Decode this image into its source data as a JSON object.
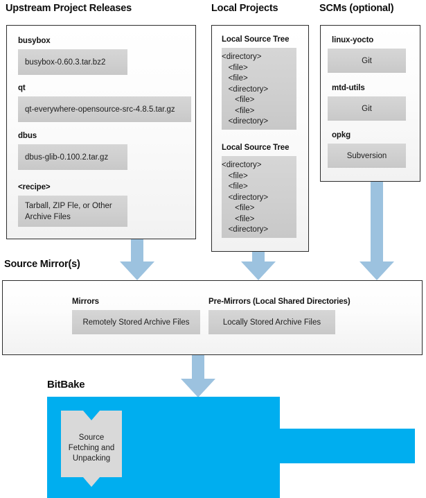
{
  "diagram": {
    "title": "BitBake Source Fetching and Unpacking",
    "colors": {
      "arrow_blue": "#9cc2df",
      "bitbake_blue": "#00aeef",
      "chip_gray": "#cfcfcf",
      "panel_border": "#2b2b2b",
      "text": "#1a1a1a"
    }
  },
  "columns": {
    "upstream": {
      "title": "Upstream Project Releases",
      "entries": [
        {
          "label": "busybox",
          "value": "busybox-0.60.3.tar.bz2",
          "align": "left"
        },
        {
          "label": "qt",
          "value": "qt-everywhere-opensource-src-4.8.5.tar.gz",
          "align": "left"
        },
        {
          "label": "dbus",
          "value": "dbus-glib-0.100.2.tar.gz",
          "align": "left"
        },
        {
          "label": "<recipe>",
          "value_lines": [
            "Tarball, ZIP Fle, or",
            "Other Archive Files"
          ],
          "align": "left"
        }
      ]
    },
    "local": {
      "title": "Local Projects",
      "entries": [
        {
          "label": "Local Source Tree",
          "tree": [
            "<directory>",
            "   <file>",
            "   <file>",
            "   <directory>",
            "      <file>",
            "      <file>",
            "   <directory>"
          ]
        },
        {
          "label": "Local Source Tree",
          "tree": [
            "<directory>",
            "   <file>",
            "   <file>",
            "   <directory>",
            "      <file>",
            "      <file>",
            "   <directory>"
          ]
        }
      ]
    },
    "scms": {
      "title": "SCMs (optional)",
      "entries": [
        {
          "label": "linux-yocto",
          "value": "Git",
          "align": "center"
        },
        {
          "label": "mtd-utils",
          "value": "Git",
          "align": "center"
        },
        {
          "label": "opkg",
          "value": "Subversion",
          "align": "center"
        }
      ]
    }
  },
  "source_mirrors": {
    "title": "Source Mirror(s)",
    "entries": [
      {
        "label": "Mirrors",
        "value": "Remotely Stored Archive Files"
      },
      {
        "label": "Pre-Mirrors (Local Shared Directories)",
        "value": "Locally Stored Archive Files"
      }
    ]
  },
  "bitbake": {
    "title": "BitBake",
    "task_lines": [
      "Source",
      "Fetching and",
      "Unpacking"
    ]
  },
  "arrows": [
    {
      "name": "upstream-to-mirrors"
    },
    {
      "name": "local-to-mirrors"
    },
    {
      "name": "scms-to-mirrors"
    },
    {
      "name": "mirrors-to-bitbake"
    }
  ]
}
